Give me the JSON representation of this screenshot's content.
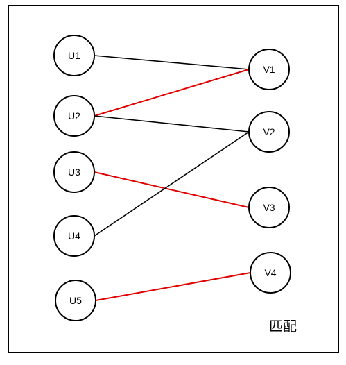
{
  "diagram": {
    "caption": "匹配",
    "colors": {
      "matched": "#e00000",
      "unmatched": "#000000",
      "node_stroke": "#000000",
      "frame": "#000000"
    },
    "left_nodes": [
      {
        "id": "U1",
        "label": "U1"
      },
      {
        "id": "U2",
        "label": "U2"
      },
      {
        "id": "U3",
        "label": "U3"
      },
      {
        "id": "U4",
        "label": "U4"
      },
      {
        "id": "U5",
        "label": "U5"
      }
    ],
    "right_nodes": [
      {
        "id": "V1",
        "label": "V1"
      },
      {
        "id": "V2",
        "label": "V2"
      },
      {
        "id": "V3",
        "label": "V3"
      },
      {
        "id": "V4",
        "label": "V4"
      }
    ],
    "edges": [
      {
        "from": "U1",
        "to": "V1",
        "matched": false
      },
      {
        "from": "U2",
        "to": "V1",
        "matched": true
      },
      {
        "from": "U2",
        "to": "V2",
        "matched": false
      },
      {
        "from": "U3",
        "to": "V3",
        "matched": true
      },
      {
        "from": "U4",
        "to": "V2",
        "matched": false
      },
      {
        "from": "U5",
        "to": "V4",
        "matched": true
      }
    ]
  }
}
